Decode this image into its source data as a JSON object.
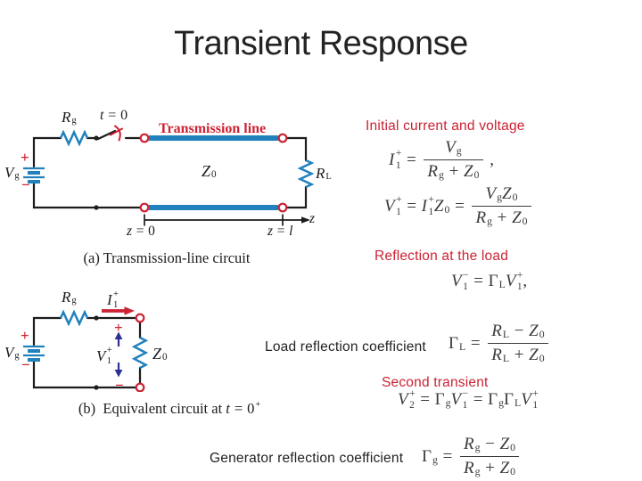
{
  "slide": {
    "title": "Transient Response"
  },
  "colors": {
    "accent_red": "#cc2233",
    "circuit_blue": "#2181bd",
    "arrow_navy": "#2e3192",
    "ink": "#1c1c1c",
    "equation_ink": "#3a3a3a"
  },
  "headings": {
    "initial": "Initial current and voltage",
    "reflection_load": "Reflection at the load",
    "second_transient": "Second transient"
  },
  "labels": {
    "load_reflection": "Load reflection coefficient",
    "generator_reflection": "Generator reflection coefficient"
  },
  "circuit_a": {
    "caption": "(a)  Transmission-line circuit",
    "transmission_line": "Transmission line",
    "plus": "+",
    "minus": "−",
    "rg": [
      {
        "v": "R",
        "sub": "g"
      }
    ],
    "t0": [
      {
        "v": "t"
      },
      {
        "op": "="
      },
      {
        "txt": "0"
      }
    ],
    "z0": [
      {
        "v": "Z",
        "sub": "0"
      }
    ],
    "vg": [
      {
        "v": "V",
        "sub": "g"
      }
    ],
    "rl": [
      {
        "v": "R",
        "sub": "L"
      }
    ],
    "z_axis": [
      {
        "v": "z"
      }
    ],
    "z_start": [
      {
        "v": "z"
      },
      {
        "op": "="
      },
      {
        "txt": "0"
      }
    ],
    "z_end": [
      {
        "v": "z"
      },
      {
        "op": "="
      },
      {
        "v": "l"
      }
    ]
  },
  "circuit_b": {
    "caption": [
      {
        "txt": "(b)  Equivalent circuit at "
      },
      {
        "v": "t"
      },
      {
        "op": "="
      },
      {
        "txt": "0",
        "sup": "+"
      }
    ],
    "plus": "+",
    "minus": "−",
    "rg": [
      {
        "v": "R",
        "sub": "g"
      }
    ],
    "i1": [
      {
        "v": "I",
        "sub": "1",
        "sup": "+"
      }
    ],
    "v1": [
      {
        "v": "V",
        "sub": "1",
        "sup": "+"
      }
    ],
    "z0": [
      {
        "v": "Z",
        "sub": "0"
      }
    ],
    "vg": [
      {
        "v": "V",
        "sub": "g"
      }
    ]
  },
  "equations": {
    "initial_current": [
      {
        "v": "I",
        "sub": "1",
        "sup": "+"
      },
      {
        "op": "="
      },
      {
        "frac": {
          "num": [
            {
              "v": "V",
              "sub": "g"
            }
          ],
          "den": [
            {
              "v": "R",
              "sub": "g"
            },
            {
              "op": "+"
            },
            {
              "v": "Z",
              "sub": "0"
            }
          ]
        }
      },
      {
        "txt": " ,"
      }
    ],
    "initial_voltage": [
      {
        "v": "V",
        "sub": "1",
        "sup": "+"
      },
      {
        "op": "="
      },
      {
        "v": "I",
        "sub": "1",
        "sup": "+"
      },
      {
        "v": "Z",
        "sub": "0"
      },
      {
        "op": "="
      },
      {
        "frac": {
          "num": [
            {
              "v": "V",
              "sub": "g"
            },
            {
              "v": "Z",
              "sub": "0"
            }
          ],
          "den": [
            {
              "v": "R",
              "sub": "g"
            },
            {
              "op": "+"
            },
            {
              "v": "Z",
              "sub": "0"
            }
          ]
        }
      }
    ],
    "load_reflection": [
      {
        "v": "V",
        "sub": "1",
        "sup": "−"
      },
      {
        "op": "="
      },
      {
        "v": "Γ",
        "sub": "L",
        "up": true
      },
      {
        "v": "V",
        "sub": "1",
        "sup": "+"
      },
      {
        "txt": ","
      }
    ],
    "gamma_load": [
      {
        "v": "Γ",
        "sub": "L",
        "up": true
      },
      {
        "op": "="
      },
      {
        "frac": {
          "num": [
            {
              "v": "R",
              "sub": "L"
            },
            {
              "op": "−"
            },
            {
              "v": "Z",
              "sub": "0"
            }
          ],
          "den": [
            {
              "v": "R",
              "sub": "L"
            },
            {
              "op": "+"
            },
            {
              "v": "Z",
              "sub": "0"
            }
          ]
        }
      }
    ],
    "second_transient": [
      {
        "v": "V",
        "sub": "2",
        "sup": "+"
      },
      {
        "op": "="
      },
      {
        "v": "Γ",
        "sub": "g",
        "up": true
      },
      {
        "v": "V",
        "sub": "1",
        "sup": "−"
      },
      {
        "op": "="
      },
      {
        "v": "Γ",
        "sub": "g",
        "up": true
      },
      {
        "v": "Γ",
        "sub": "L",
        "up": true
      },
      {
        "v": "V",
        "sub": "1",
        "sup": "+"
      }
    ],
    "gamma_generator": [
      {
        "v": "Γ",
        "sub": "g",
        "up": true
      },
      {
        "op": "="
      },
      {
        "frac": {
          "num": [
            {
              "v": "R",
              "sub": "g"
            },
            {
              "op": "−"
            },
            {
              "v": "Z",
              "sub": "0"
            }
          ],
          "den": [
            {
              "v": "R",
              "sub": "g"
            },
            {
              "op": "+"
            },
            {
              "v": "Z",
              "sub": "0"
            }
          ]
        }
      }
    ]
  }
}
